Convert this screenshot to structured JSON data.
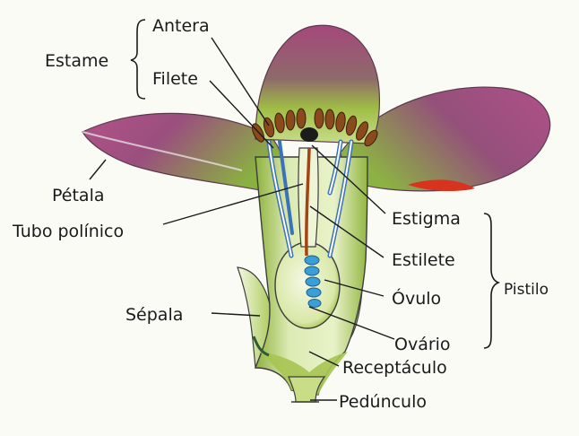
{
  "labels": {
    "estame": "Estame",
    "antera": "Antera",
    "filete": "Filete",
    "petala": "Pétala",
    "tubo_polinico": "Tubo polínico",
    "estigma": "Estigma",
    "estilete": "Estilete",
    "ovulo": "Óvulo",
    "ovario": "Ovário",
    "pistilo": "Pistilo",
    "sepala": "Sépala",
    "receptaculo": "Receptáculo",
    "pedunculo": "Pedúnculo"
  },
  "colors": {
    "petal_magenta": "#a8457c",
    "petal_green": "#9cbf43",
    "tissue_light": "#e4efbf",
    "anther_brown": "#8a4a1c",
    "filament_blue": "#3c72b8",
    "ovule_blue": "#3a9fd6",
    "pollen_tube": "#a54412",
    "label_text": "#1a1a1a"
  }
}
